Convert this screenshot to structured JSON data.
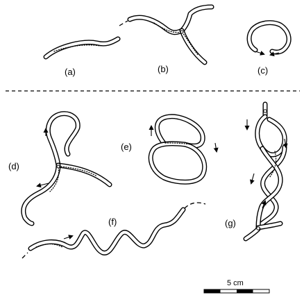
{
  "panels": [
    {
      "id": "a",
      "label": "(a)"
    },
    {
      "id": "b",
      "label": "(b)"
    },
    {
      "id": "c",
      "label": "(c)"
    },
    {
      "id": "d",
      "label": "(d)"
    },
    {
      "id": "e",
      "label": "(e)"
    },
    {
      "id": "f",
      "label": "(f)"
    },
    {
      "id": "g",
      "label": "(g)"
    }
  ],
  "scale_bar": {
    "label": "5 cm"
  }
}
